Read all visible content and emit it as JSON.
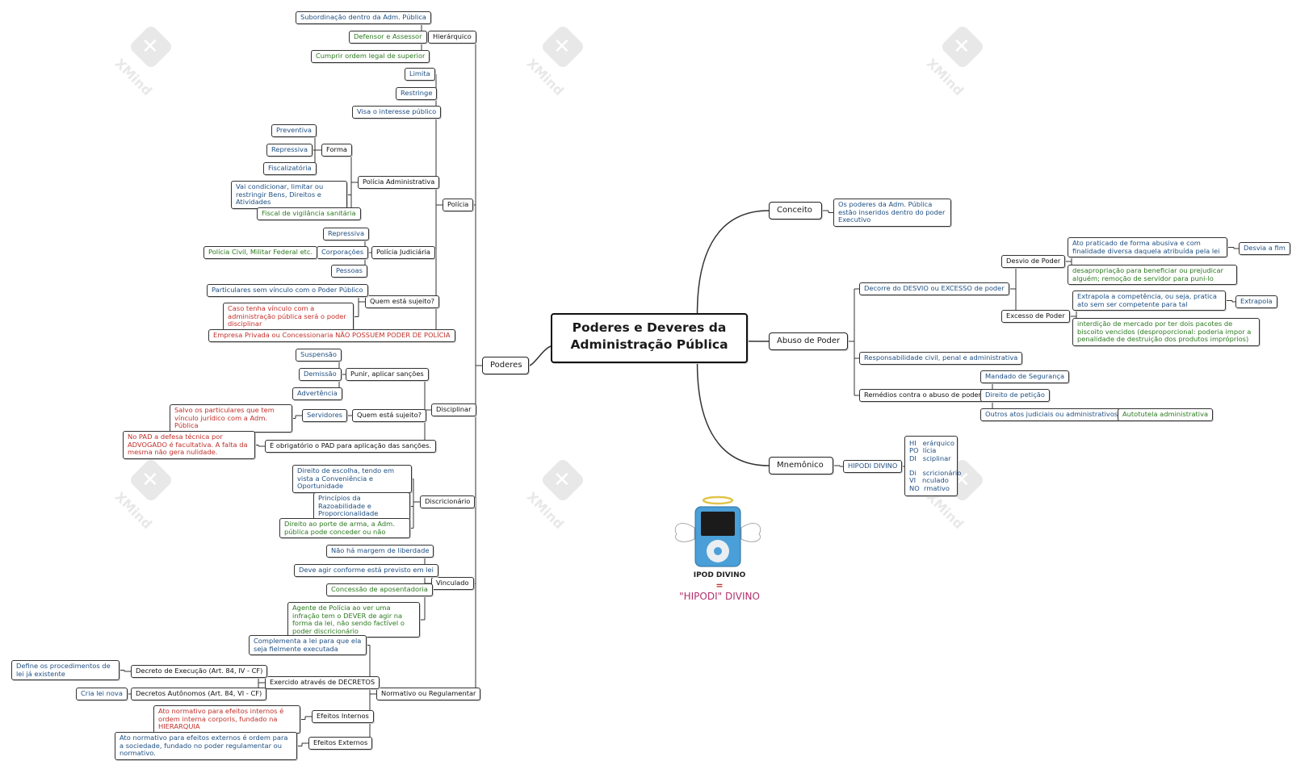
{
  "root": {
    "text": "Poderes e Deveres da Administração Pública"
  },
  "poderes": {
    "label": "Poderes",
    "hierarquico": {
      "label": "Hierárquico",
      "items": [
        "Subordinação dentro da Adm. Pública",
        "Defensor e Assessor",
        "Cumprir ordem legal de superior"
      ]
    },
    "policia": {
      "label": "Polícia",
      "limita": "Limita",
      "restringe": "Restringe",
      "visa": "Visa o interesse público",
      "administrativa": {
        "label": "Polícia Administrativa",
        "forma": "Forma",
        "preventiva": "Preventiva",
        "repressiva": "Repressiva",
        "fiscalizatoria": "Fiscalizatória",
        "condicionar": "Vai condicionar, limitar ou restringir Bens,  Direitos e Atividades",
        "fiscal": "Fiscal de vigilância sanitária"
      },
      "judiciaria": {
        "label": "Polícia Judiciária",
        "repressiva": "Repressiva",
        "corporacoes": "Corporações",
        "corporacoes_ex": "Polícia Civil, Militar Federal etc.",
        "pessoas": "Pessoas"
      },
      "sujeito": {
        "label": "Quem está sujeito?",
        "a": "Particulares sem vínculo com o Poder Público",
        "b": "Caso tenha vínculo com a administração pública será o poder disciplinar"
      },
      "empresa": "Empresa Privada ou Concessionaria NÃO POSSUEM PODER DE POLÍCIA"
    },
    "disciplinar": {
      "label": "Disciplinar",
      "punir": {
        "label": "Punir, aplicar sanções",
        "items": [
          "Suspensão",
          "Demissão",
          "Advertência"
        ]
      },
      "sujeito": {
        "label": "Quem está sujeito?",
        "servidores": "Servidores",
        "salvo": "Salvo os particulares que tem vínculo jurídico com a Adm. Pública"
      },
      "pad": {
        "label": "É obrigatório o PAD para aplicação das sanções.",
        "nota": "No PAD a defesa técnica por ADVOGADO é facultativa. A falta da mesma não gera nulidade."
      }
    },
    "discricionario": {
      "label": "Discricionário",
      "items": [
        "Direito de escolha, tendo em vista a Conveniência e Oportunidade",
        "Princípios da Razoabilidade e Proporcionalidade",
        "Direito ao porte de arma, a Adm. pública pode conceder ou não"
      ]
    },
    "vinculado": {
      "label": "Vinculado",
      "items": [
        "Não há margem de liberdade",
        "Deve agir conforme está previsto em lei",
        "Concessão de aposentadoria",
        "Agente de Polícia ao ver uma infração tem o DEVER de agir na forma da lei, não sendo factível o poder discricionário"
      ]
    },
    "normativo": {
      "label": "Normativo ou Regulamentar",
      "complementa": "Complementa a lei para que ela seja fielmente executada",
      "decretos": {
        "label": "Exercido através de DECRETOS",
        "execucao": "Decreto de Execução (Art. 84, IV - CF)",
        "execucao_def": "Define os procedimentos de lei já existente",
        "autonomos": "Decretos Autônomos (Art. 84, VI - CF)",
        "autonomos_def": "Cria lei nova"
      },
      "internos": {
        "label": "Efeitos Internos",
        "def": "Ato normativo para efeitos internos é ordem interna corporis, fundado na HIERARQUIA"
      },
      "externos": {
        "label": "Efeitos Externos",
        "def": "Ato normativo para efeitos externos é ordem para a sociedade, fundado no poder regulamentar ou normativo."
      }
    }
  },
  "conceito": {
    "label": "Conceito",
    "def": "Os poderes da Adm. Pública estão inseridos dentro do poder Executivo"
  },
  "abuso": {
    "label": "Abuso de Poder",
    "decorre": {
      "label": "Decorre do DESVIO ou EXCESSO de poder",
      "desvio": {
        "label": "Desvio de Poder",
        "ato": "Ato praticado de forma abusiva e com finalidade diversa daquela atribuída pela lei",
        "tag": "Desvia a fim",
        "ex": "desapropriação para beneficiar ou prejudicar alguém; remoção de servidor para puni-lo"
      },
      "excesso": {
        "label": "Excesso de Poder",
        "ato": "Extrapola a competência, ou seja, pratica ato sem ser competente para tal",
        "tag": "Extrapola",
        "ex": "interdição de mercado por ter dois pacotes de biscoito vencidos (desproporcional: poderia impor a penalidade de destruição dos produtos impróprios)"
      }
    },
    "responsabilidade": "Responsabilidade civil, penal e administrativa",
    "remedios": {
      "label": "Remédios contra o abuso de poder",
      "mandado": "Mandado de Segurança",
      "peticao": "Direito de petição",
      "outros": "Outros atos judiciais ou administrativos",
      "autotutela": "Autotutela administrativa"
    }
  },
  "mnemonico": {
    "label": "Mnemônico",
    "tag": "HIPODI DIVINO",
    "list": "HI   erárquico\nPO  lícia\nDI   sciplinar\n\nDi   scricionário\nVI   nculado\nNO  rmativo"
  },
  "illustration": {
    "cap1": "IPOD DIVINO",
    "cap2": "=",
    "cap3": "\"HIPODI\" DIVINO"
  },
  "watermark": {
    "text": "XMind"
  },
  "colors": {
    "blue": "#1e4f83",
    "green": "#2b7a1f",
    "red": "#c0302a",
    "line": "#333333",
    "ipod": "#4a9fd8"
  }
}
